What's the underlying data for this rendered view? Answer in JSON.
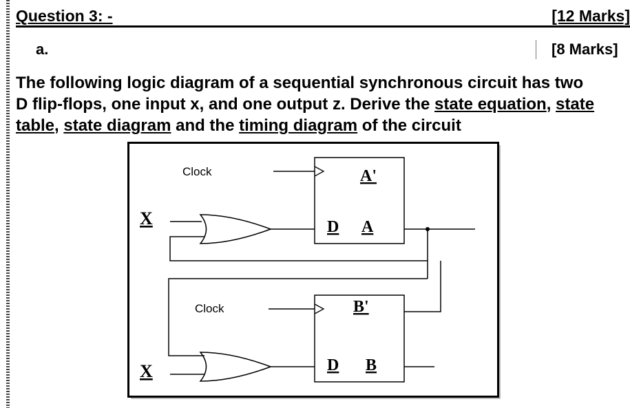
{
  "header": {
    "question_title": "Question 3: -",
    "question_marks": "[12 Marks]"
  },
  "part": {
    "label": "a.",
    "marks": "[8 Marks]"
  },
  "paragraph": {
    "l1": "The following logic diagram of a sequential synchronous circuit has two",
    "l2_a": "D flip-flops, one input x, and one output z. Derive the ",
    "l2_u1": "state equation",
    "l2_b": ", ",
    "l2_u2": "state",
    "l3_u1": "table",
    "l3_a": ", ",
    "l3_u2": "state diagram",
    "l3_b": " and the ",
    "l3_u3": "timing diagram",
    "l3_c": " of the circuit"
  },
  "diagram": {
    "ff_a": {
      "clock_label": "Clock",
      "q_bar": "A'",
      "d": "D",
      "q": "A"
    },
    "ff_b": {
      "clock_label": "Clock",
      "q_bar": "B'",
      "d": "D",
      "q": "B"
    },
    "input_top": "X",
    "input_bottom": "X"
  }
}
